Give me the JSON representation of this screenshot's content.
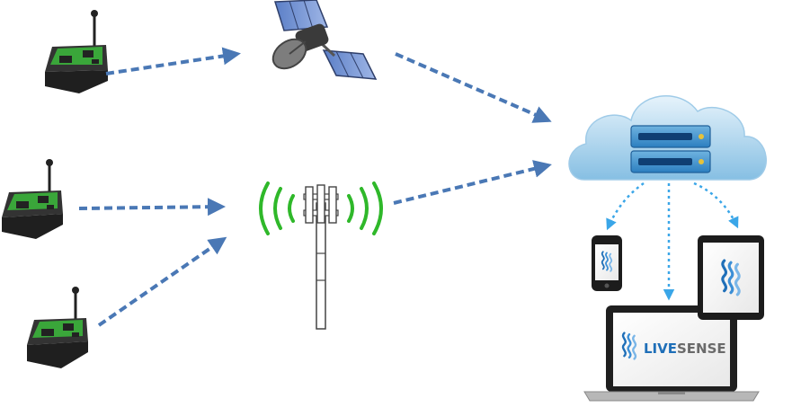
{
  "brand": {
    "name_part1": "LIVE",
    "name_part2": "SENSE"
  },
  "colors": {
    "arrow_blue": "#4a78b5",
    "cloud_light": "#dceef9",
    "cloud_dark": "#8cc4e6",
    "signal_green": "#2fb82a",
    "board_green": "#3aa63a",
    "logo_blue": "#1f6fb8",
    "dotted_blue": "#3aa6e8"
  },
  "nodes": {
    "sensors": [
      "sensor-device-1",
      "sensor-device-2",
      "sensor-device-3"
    ],
    "relays": [
      "satellite",
      "cell-tower"
    ],
    "hub": "cloud-server",
    "clients": [
      "smartphone",
      "tablet",
      "laptop"
    ]
  }
}
